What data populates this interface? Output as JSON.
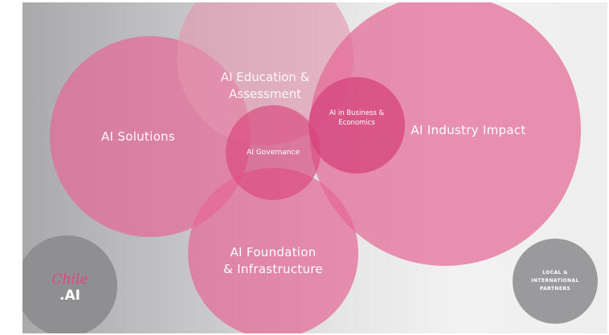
{
  "diagram": {
    "colors": {
      "pink": "#e46896",
      "dark_pink": "#d6467c",
      "grey": "#8f8f91"
    },
    "nodes": {
      "solutions": "AI Solutions",
      "education": "AI Education &\nAssessment",
      "industry": "AI Industry Impact",
      "foundation": "AI Foundation\n& Infrastructure",
      "governance": "AI Governance",
      "business": "AI in Business &\nEconomics",
      "partners": "LOCAL &\nINTERNATIONAL\nPARTNERS"
    },
    "logo": {
      "part1": "Chile",
      "part2": ".AI"
    }
  }
}
